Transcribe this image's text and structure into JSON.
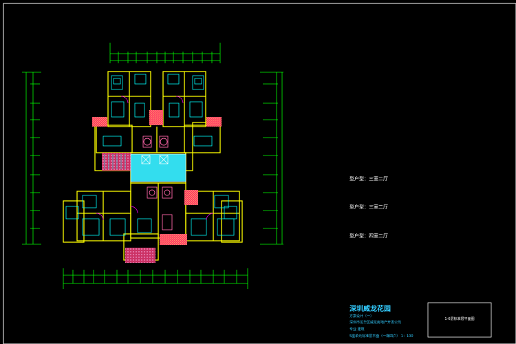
{
  "labels": [
    {
      "id": "a",
      "text": "型户型：三室二厅"
    },
    {
      "id": "b",
      "text": "型户型：三室二厅"
    },
    {
      "id": "c",
      "text": "型户型：四室二厅"
    }
  ],
  "title_block": {
    "project": "深圳威龙花园",
    "lines": [
      "方案设计（一）",
      "深圳市龙华区威龙房地产开发公司",
      "专业 建筑",
      "5座单元标准层平面（一梯四户）  1：100"
    ],
    "frame_title": "1-6层标准层平面图"
  },
  "colors": {
    "background": "#000000",
    "wall": "#ffff00",
    "furniture": "#00ffff",
    "dimension": "#00ff00",
    "hatch": "#ff3366",
    "door": "#ff00ff",
    "border": "#ffffff"
  }
}
